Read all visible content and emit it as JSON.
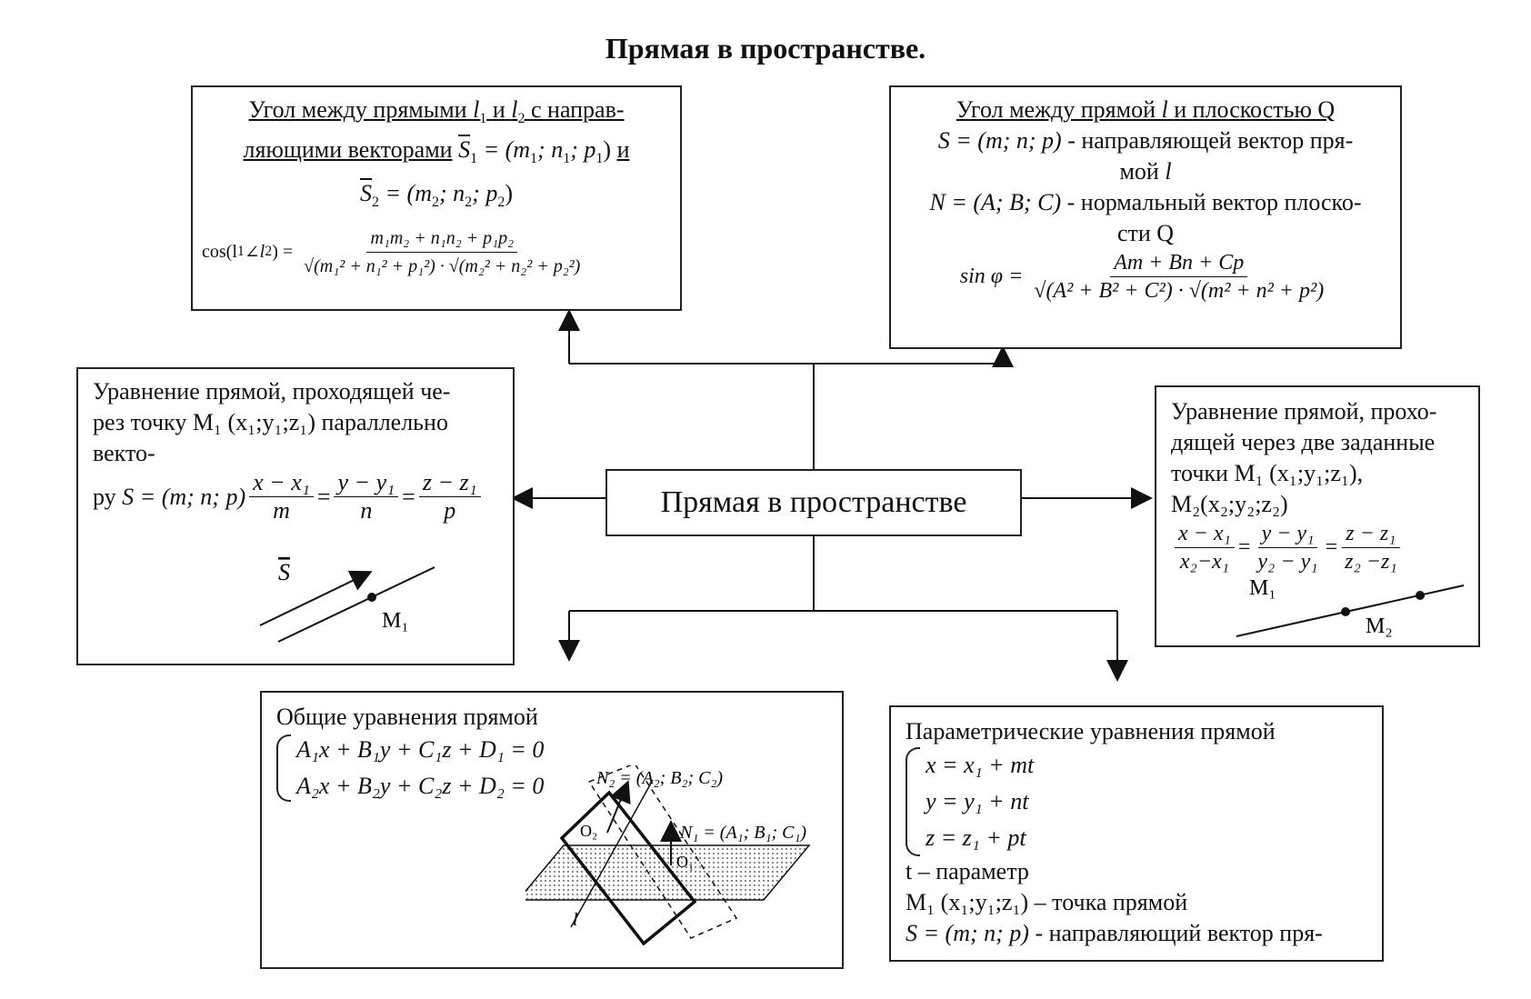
{
  "title": "Прямая в пространстве.",
  "center_label": "Прямая в пространстве",
  "box_angle_lines": {
    "heading_1": "Угол между прямыми",
    "heading_l1": "l",
    "heading_and": "и",
    "heading_l2": "l",
    "heading_2": "с направ-",
    "heading_3": "ляющими векторами",
    "vec1": "S",
    "vec1_eq": "= (m",
    "vec1_rest": "; n",
    "vec1_rest2": "; p",
    "vec1_end": ")",
    "and": "и",
    "vec2": "S",
    "vec2_eq": "= (m",
    "vec2_rest": "; n",
    "vec2_rest2": "; p",
    "vec2_end": ")",
    "cos_label": "cos(l",
    "cos_mid": "l",
    "cos_end": ") =",
    "numerator": "m₁m₂ + n₁n₂ + p₁p₂",
    "denominator": "√(m₁² + n₁² + p₁²) · √(m₂² + n₂² + p₂²)"
  },
  "box_angle_plane": {
    "heading": "Угол между прямой",
    "heading_l": "l",
    "heading_end": "и плоскостью Q",
    "s_formula": "S = (m; n; p)",
    "s_desc": "- направляющей вектор пря-",
    "s_desc2": "мой",
    "s_desc2_l": "l",
    "n_formula": "N = (A; B; C)",
    "n_desc": "- нормальный вектор плоско-",
    "n_desc2": "сти Q",
    "sin_label": "sin φ =",
    "numerator": "Am + Bn + Cp",
    "denominator": "√(A² + B² + C²) · √(m² + n² + p²)"
  },
  "box_point_vector": {
    "line1": "Уравнение прямой, проходящей че-",
    "line2": "рез точку M₁ (x₁;y₁;z₁) параллельно",
    "line3": "векто-",
    "line4_prefix": "ру",
    "s_formula": "S = (m; n; p)",
    "f1_num": "x − x₁",
    "f1_den": "m",
    "f2_num": "y − y₁",
    "f2_den": "n",
    "f3_num": "z − z₁",
    "f3_den": "p",
    "eq": "=",
    "vec_label": "S",
    "point_label": "M₁"
  },
  "box_two_points": {
    "line1": "Уравнение прямой, прохо-",
    "line2": "дящей через две заданные",
    "line3": "точки M₁ (x₁;y₁;z₁),",
    "line4": "M₂(x₂;y₂;z₂)",
    "f1_num": "x − x₁",
    "f1_den": "x₂−x₁",
    "f2_num": "y − y₁",
    "f2_den": "y₂ − y₁",
    "f3_num": "z − z₁",
    "f3_den": "z₂ −z₁",
    "eq": "=",
    "m1": "M₁",
    "m2": "M₂"
  },
  "box_general": {
    "heading": "Общие уравнения прямой",
    "eq1": "A₁x + B₁y + C₁z + D₁ = 0",
    "eq2": "A₂x + B₂y + C₂z + D₂ = 0",
    "n2": "N₂ = (A₂; B₂; C₂)",
    "n1": "N₁ = (A₁; B₁; C₁)",
    "o2": "O₂",
    "o1": "O₁",
    "l": "l"
  },
  "box_param": {
    "heading": "Параметрические уравнения прямой",
    "eq1": "x = x₁ + mt",
    "eq2": "y = y₁ + nt",
    "eq3": "z = z₁ + pt",
    "t_desc": "t – параметр",
    "m_desc": "M₁ (x₁;y₁;z₁) – точка прямой",
    "s_formula": "S = (m; n; p)",
    "s_desc": "- направляющий вектор пря-"
  }
}
